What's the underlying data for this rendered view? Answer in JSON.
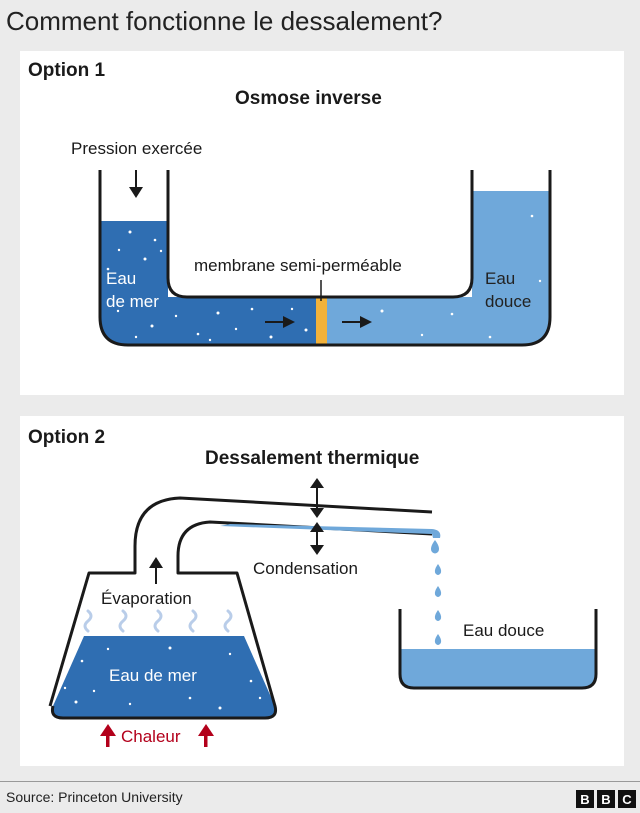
{
  "title": "Comment fonctionne le dessalement?",
  "option1": {
    "label": "Option 1",
    "heading": "Osmose inverse",
    "pressure": "Pression exercée",
    "membrane": "membrane semi-perméable",
    "sea_line1": "Eau",
    "sea_line2": "de mer",
    "fresh_line1": "Eau",
    "fresh_line2": "douce"
  },
  "option2": {
    "label": "Option 2",
    "heading": "Dessalement thermique",
    "condensation": "Condensation",
    "evaporation": "Évaporation",
    "sea": "Eau de mer",
    "fresh": "Eau douce",
    "heat": "Chaleur"
  },
  "source": "Source: Princeton University",
  "logo": [
    "B",
    "B",
    "C"
  ],
  "colors": {
    "sea_water": "#2f6eb2",
    "fresh_water": "#6fa8da",
    "membrane": "#f2b23b",
    "heat": "#b3001b",
    "vapor": "#b9cde9",
    "outline": "#1a1a1a"
  }
}
